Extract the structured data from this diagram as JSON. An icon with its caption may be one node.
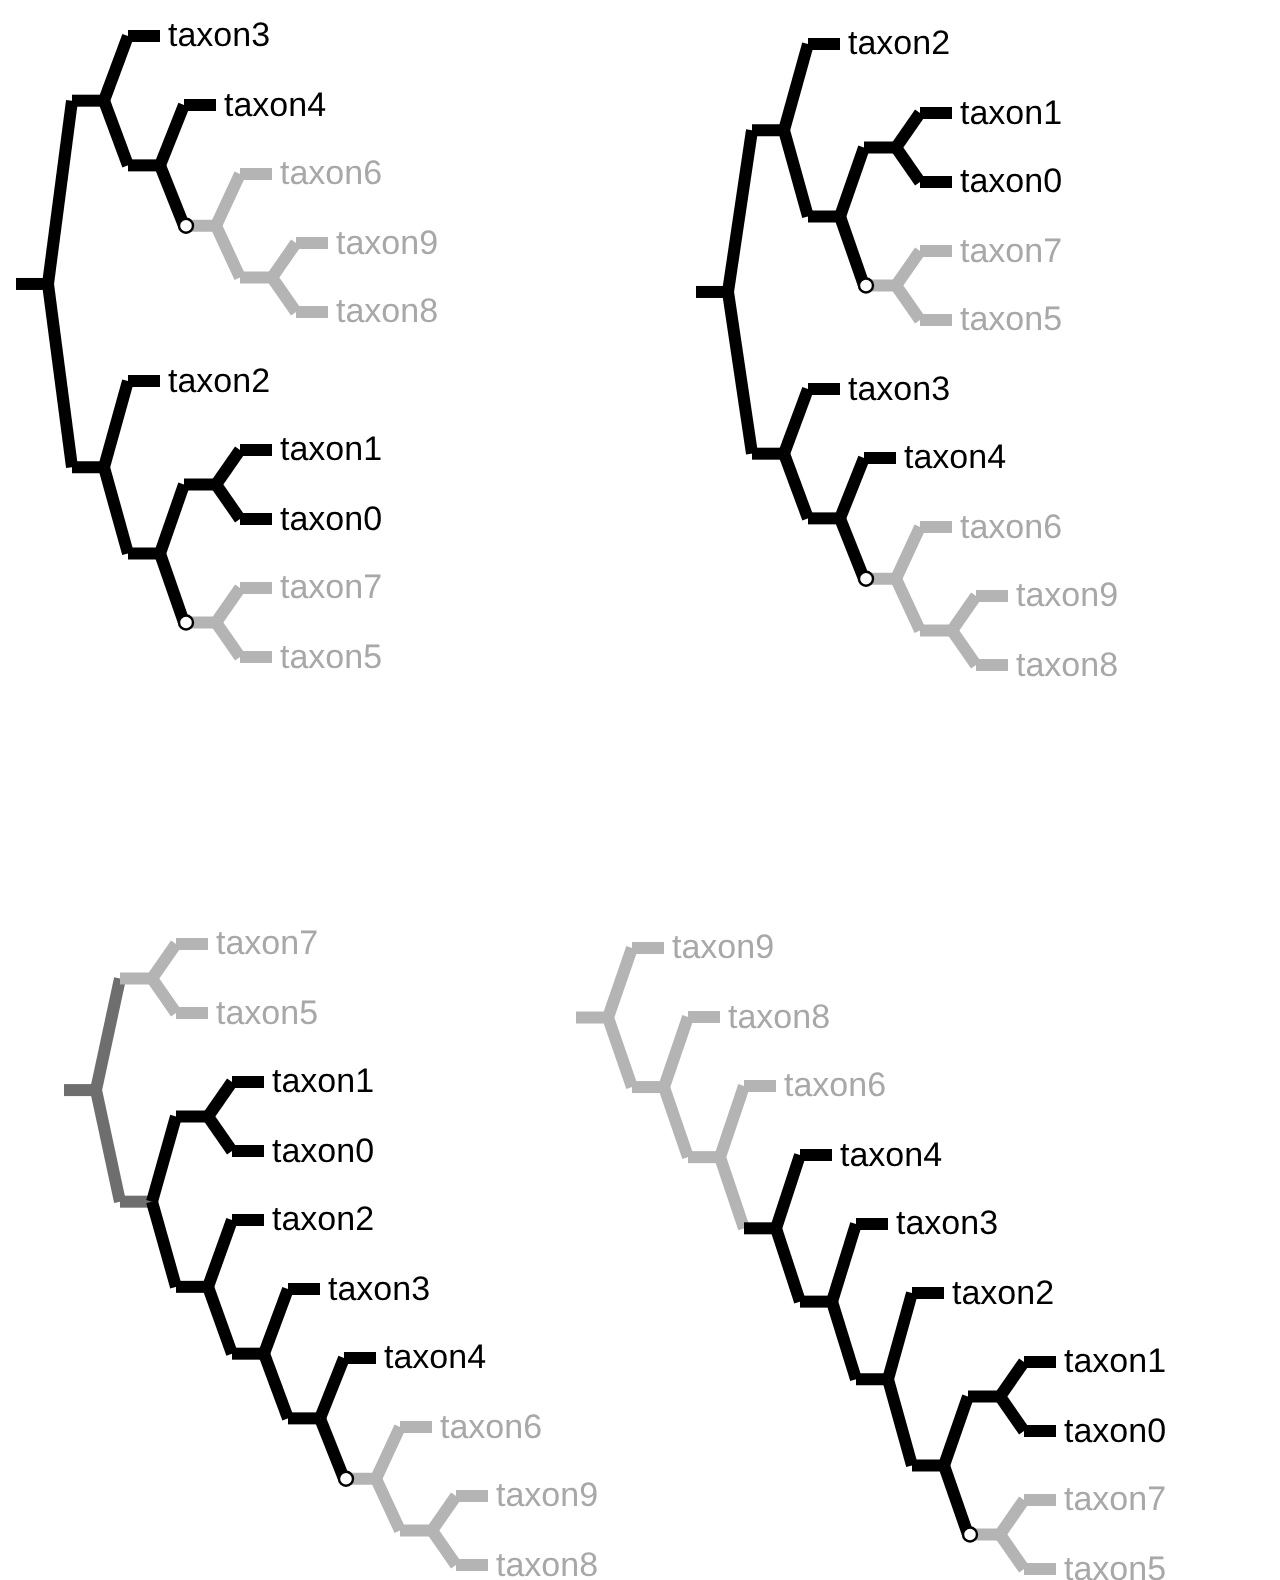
{
  "diagram": {
    "labels": [
      "taxon3",
      "taxon4",
      "taxon6",
      "taxon9",
      "taxon8",
      "taxon2",
      "taxon1",
      "taxon0",
      "taxon7",
      "taxon5",
      "taxon2",
      "taxon1",
      "taxon0",
      "taxon7",
      "taxon5",
      "taxon3",
      "taxon4",
      "taxon6",
      "taxon9",
      "taxon8",
      "taxon7",
      "taxon5",
      "taxon1",
      "taxon0",
      "taxon2",
      "taxon3",
      "taxon4",
      "taxon6",
      "taxon9",
      "taxon8",
      "taxon9",
      "taxon8",
      "taxon6",
      "taxon4",
      "taxon3",
      "taxon2",
      "taxon1",
      "taxon0",
      "taxon7",
      "taxon5"
    ]
  }
}
